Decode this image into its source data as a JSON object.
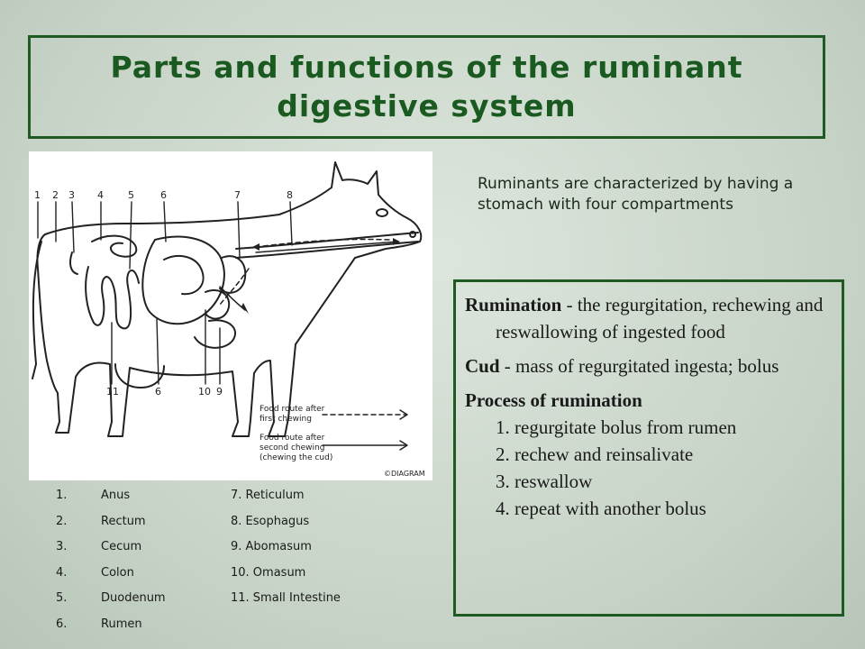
{
  "title": "Parts and functions of the ruminant digestive system",
  "intro": "Ruminants are characterized by having a stomach with four compartments",
  "definitions": [
    {
      "term": "Rumination",
      "text": " - the regurgitation, rechewing and reswallowing of ingested food"
    },
    {
      "term": "Cud",
      "text": " - mass of regurgitated ingesta; bolus"
    }
  ],
  "process": {
    "heading": "Process of rumination",
    "steps": [
      "1. regurgitate bolus from rumen",
      "2. rechew and reinsalivate",
      "3. reswallow",
      "4. repeat with another bolus"
    ]
  },
  "parts_left": [
    {
      "num": "1.",
      "name": "Anus"
    },
    {
      "num": "2.",
      "name": "Rectum"
    },
    {
      "num": "3.",
      "name": "Cecum"
    },
    {
      "num": "4.",
      "name": "Colon"
    },
    {
      "num": "5.",
      "name": "Duodenum"
    },
    {
      "num": "6.",
      "name": "Rumen"
    }
  ],
  "parts_right": [
    "7. Reticulum",
    "8. Esophagus",
    "9. Abomasum",
    "10. Omasum",
    "11. Small Intestine"
  ],
  "diagram": {
    "top_labels": [
      "1",
      "2",
      "3",
      "4",
      "5",
      "6",
      "7",
      "8"
    ],
    "bottom_labels": [
      "11",
      "6",
      "10",
      "9"
    ],
    "legend_first": [
      "Food route after",
      "first chewing"
    ],
    "legend_second": [
      "Food route after",
      "second chewing",
      "(chewing the cud)"
    ],
    "credit": "©DIAGRAM"
  }
}
